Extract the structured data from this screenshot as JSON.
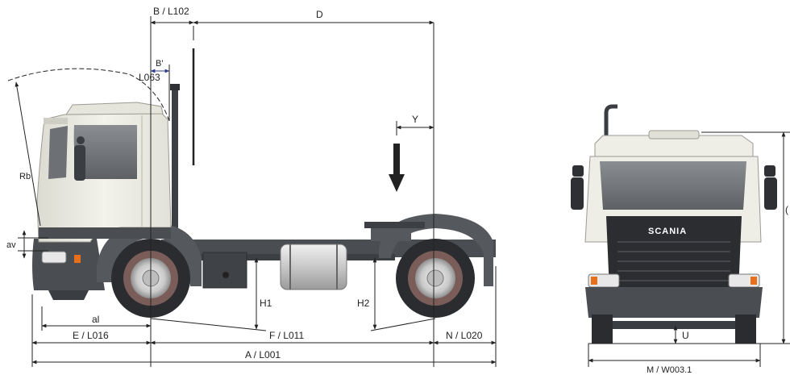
{
  "side_view": {
    "labels": {
      "b_l102": "B / L102",
      "d": "D",
      "b_prime": "B'",
      "l063": "L063",
      "y": "Y",
      "rb": "Rb",
      "av": "av",
      "al": "al",
      "e_l016": "E / L016",
      "f_l011": "F / L011",
      "n_l020": "N / L020",
      "a_l001": "A / L001",
      "h1": "H1",
      "h2": "H2"
    }
  },
  "front_view": {
    "labels": {
      "brand": "SCANIA",
      "u": "U",
      "m_w003": "M / W003.1",
      "cut_edge": "("
    }
  },
  "colors": {
    "cab": "#efeee6",
    "chassis": "#4a4d52",
    "dimension_line": "#222222",
    "b_prime_arrow": "#2c3e8c",
    "indicator": "#e8701a"
  }
}
